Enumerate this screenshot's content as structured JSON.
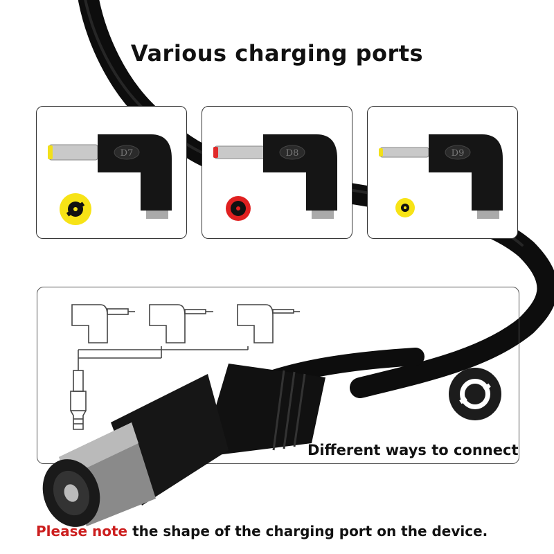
{
  "title": "Various charging ports",
  "ports": [
    {
      "label": "D7",
      "tip_color": "#f2e01a",
      "socket_color": "#f7e316",
      "socket_style": "keyed"
    },
    {
      "label": "D8",
      "tip_color": "#e02a2a",
      "socket_color": "#e02020",
      "socket_style": "round"
    },
    {
      "label": "D9",
      "tip_color": "#f2e01a",
      "socket_color": "#f7e316",
      "socket_style": "small"
    }
  ],
  "connect_caption": "Different ways to connect",
  "note": {
    "highlight": "Please note",
    "rest": " the shape of the charging port on the device."
  },
  "colors": {
    "cable": "#0d0d0d",
    "highlight": "#cc1f1f"
  }
}
